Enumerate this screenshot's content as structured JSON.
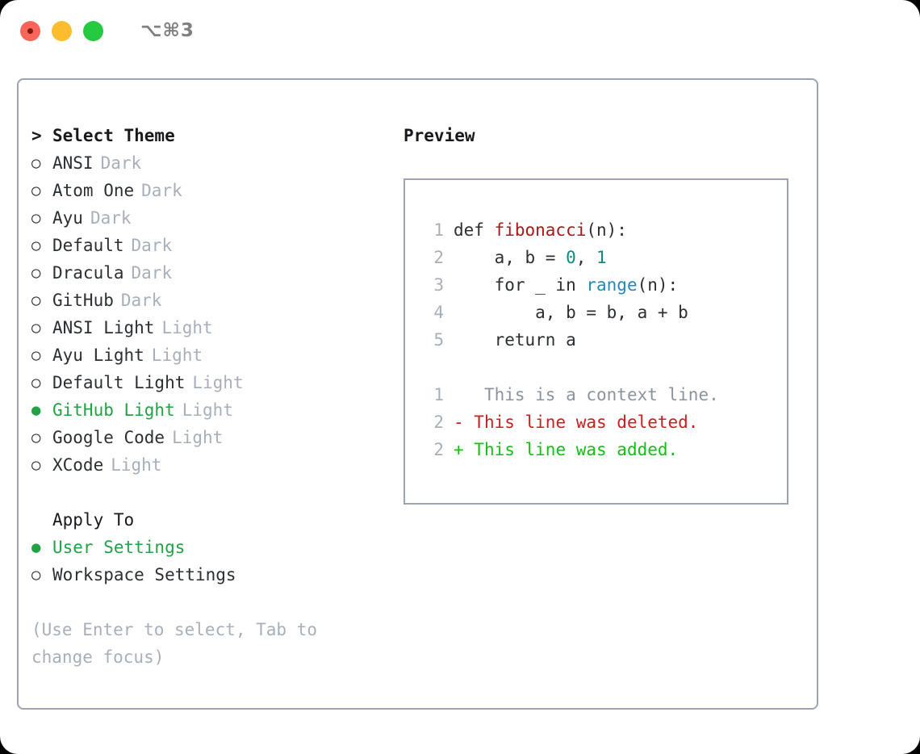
{
  "titlebar": {
    "shortcut": "⌥⌘3",
    "traffic_lights": [
      {
        "name": "close-button",
        "color": "#fa6559"
      },
      {
        "name": "minimize-button",
        "color": "#fbbd2e"
      },
      {
        "name": "maximize-button",
        "color": "#26ca41"
      }
    ]
  },
  "colors": {
    "selected_green": "#22a244",
    "muted_gray": "#a7b0ba",
    "border": "#9aa5b1",
    "text": "#2b2f33",
    "syntax_function": "#a8171a",
    "syntax_number": "#0a8b86",
    "syntax_call": "#2189b8",
    "diff_deleted": "#cf1c1c",
    "diff_added": "#12c012",
    "diff_context": "#8b949e"
  },
  "theme_selector": {
    "header": "Select Theme",
    "caret": ">",
    "bullet_unselected": "○",
    "bullet_selected": "●",
    "items": [
      {
        "name": "ANSI",
        "variant": "Dark",
        "selected": false
      },
      {
        "name": "Atom One",
        "variant": "Dark",
        "selected": false
      },
      {
        "name": "Ayu",
        "variant": "Dark",
        "selected": false
      },
      {
        "name": "Default",
        "variant": "Dark",
        "selected": false
      },
      {
        "name": "Dracula",
        "variant": "Dark",
        "selected": false
      },
      {
        "name": "GitHub",
        "variant": "Dark",
        "selected": false
      },
      {
        "name": "ANSI Light",
        "variant": "Light",
        "selected": false
      },
      {
        "name": "Ayu Light",
        "variant": "Light",
        "selected": false
      },
      {
        "name": "Default Light",
        "variant": "Light",
        "selected": false
      },
      {
        "name": "GitHub Light",
        "variant": "Light",
        "selected": true
      },
      {
        "name": "Google Code",
        "variant": "Light",
        "selected": false
      },
      {
        "name": "XCode",
        "variant": "Light",
        "selected": false
      }
    ]
  },
  "apply_to": {
    "title": "Apply To",
    "options": [
      {
        "label": "User Settings",
        "selected": true
      },
      {
        "label": "Workspace Settings",
        "selected": false
      }
    ]
  },
  "hint": "(Use Enter to select, Tab to change focus)",
  "preview": {
    "label": "Preview",
    "code_lines": [
      {
        "number": "1",
        "tokens": [
          {
            "t": "def ",
            "k": "plain"
          },
          {
            "t": "fibonacci",
            "k": "fn"
          },
          {
            "t": "(n):",
            "k": "plain"
          }
        ]
      },
      {
        "number": "2",
        "tokens": [
          {
            "t": "    a, b = ",
            "k": "plain"
          },
          {
            "t": "0",
            "k": "num"
          },
          {
            "t": ", ",
            "k": "plain"
          },
          {
            "t": "1",
            "k": "num"
          }
        ]
      },
      {
        "number": "3",
        "tokens": [
          {
            "t": "    for _ in ",
            "k": "plain"
          },
          {
            "t": "range",
            "k": "call"
          },
          {
            "t": "(n):",
            "k": "plain"
          }
        ]
      },
      {
        "number": "4",
        "tokens": [
          {
            "t": "        a, b = b, a + b",
            "k": "plain"
          }
        ]
      },
      {
        "number": "5",
        "tokens": [
          {
            "t": "    return a",
            "k": "plain"
          }
        ]
      }
    ],
    "diff_lines": [
      {
        "number": "1",
        "marker": " ",
        "text": "  This is a context line.",
        "kind": "context"
      },
      {
        "number": "2",
        "marker": "-",
        "text": " This line was deleted.",
        "kind": "deleted"
      },
      {
        "number": "2",
        "marker": "+",
        "text": " This line was added.",
        "kind": "added"
      }
    ]
  }
}
